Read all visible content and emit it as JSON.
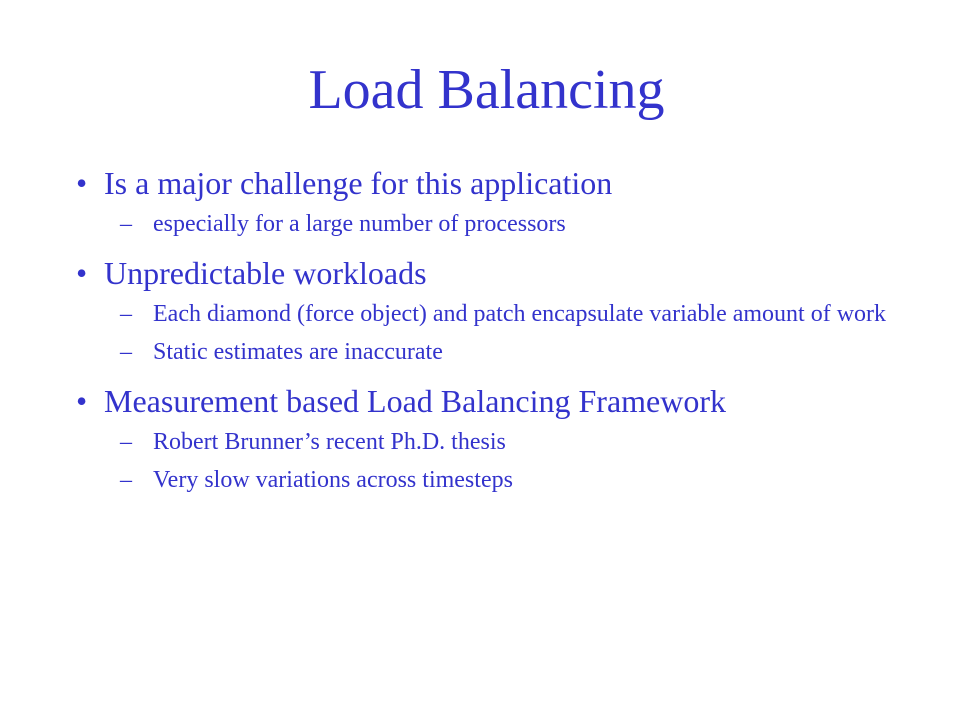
{
  "slide": {
    "title": "Load Balancing",
    "bullets": [
      {
        "text": "Is a major challenge for this application",
        "sub": [
          "especially for a large number of processors"
        ]
      },
      {
        "text": "Unpredictable workloads",
        "sub": [
          "Each diamond (force object) and patch encapsulate variable amount of work",
          "Static estimates are inaccurate"
        ]
      },
      {
        "text": "Measurement based Load Balancing Framework",
        "sub": [
          "Robert Brunner’s recent Ph.D. thesis",
          "Very slow variations across timesteps"
        ]
      }
    ],
    "bullet_glyph": "•",
    "sub_glyph": "–",
    "text_color": "#3333cc",
    "background_color": "#ffffff"
  }
}
